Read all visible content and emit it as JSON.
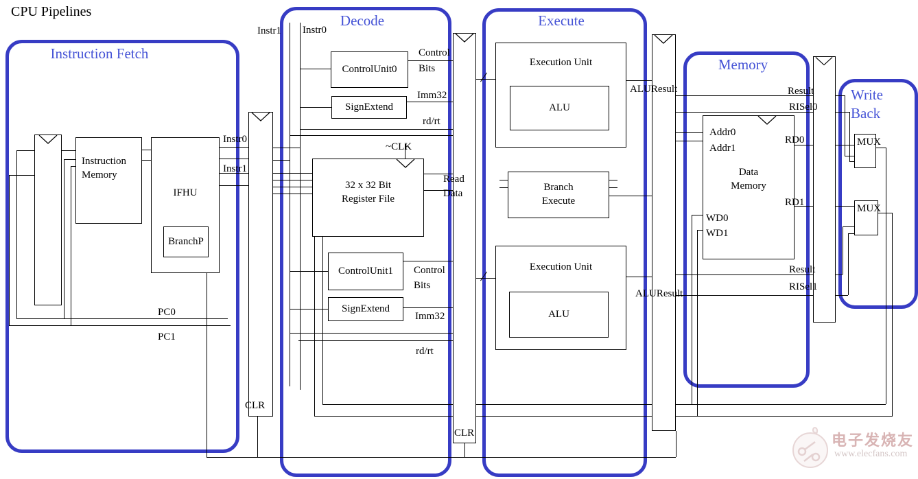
{
  "title": "CPU Pipelines",
  "colors": {
    "stage_border": "#373cc4",
    "stage_title": "#4553d6",
    "line": "#000000"
  },
  "stages": {
    "instruction_fetch": {
      "title": "Instruction Fetch"
    },
    "decode": {
      "title": "Decode"
    },
    "execute": {
      "title": "Execute"
    },
    "memory": {
      "title": "Memory"
    },
    "write_back": {
      "title_line1": "Write",
      "title_line2": "Back"
    }
  },
  "blocks": {
    "pc_register_clr": "CLR",
    "if_id_register_clr": "CLR",
    "instruction_memory": {
      "line1": "Instruction",
      "line2": "Memory"
    },
    "ifhu": "IFHU",
    "branchp": "BranchP",
    "control_unit0": "ControlUnit0",
    "sign_extend0": "SignExtend",
    "register_file": {
      "line1": "32 x 32 Bit",
      "line2": "Register File"
    },
    "control_unit1": "ControlUnit1",
    "sign_extend1": "SignExtend",
    "execution_unit0": "Execution Unit",
    "alu0": "ALU",
    "branch_execute": {
      "line1": "Branch",
      "line2": "Execute"
    },
    "execution_unit1": "Execution Unit",
    "alu1": "ALU",
    "data_memory": {
      "line1": "Data",
      "line2": "Memory",
      "addr0": "Addr0",
      "addr1": "Addr1",
      "wd0": "WD0",
      "wd1": "WD1"
    },
    "mux0": "MUX",
    "mux1": "MUX"
  },
  "wire_labels": {
    "instr1_top": "Instr1",
    "instr0_top": "Instr0",
    "instr0_if": "Instr0",
    "instr1_if": "Instr1",
    "control0": "Control",
    "bits0": "Bits",
    "imm32_0": "Imm32",
    "rdrt0": "rd/rt",
    "clk": "~CLK",
    "read": "Read",
    "data": "Data",
    "control1": "Control",
    "bits1": "Bits",
    "imm32_1": "Imm32",
    "rdrt1": "rd/rt",
    "pc0": "PC0",
    "pc1": "PC1",
    "aluresult0": "ALUResult",
    "aluresult1": "ALUResult",
    "result0": "Result",
    "risel0": "RISel0",
    "rd0": "RD0",
    "rd1": "RD1",
    "result1": "Result",
    "risel1": "RISel1"
  },
  "watermark": {
    "brand": "电子发烧友",
    "url": "www.elecfans.com"
  }
}
